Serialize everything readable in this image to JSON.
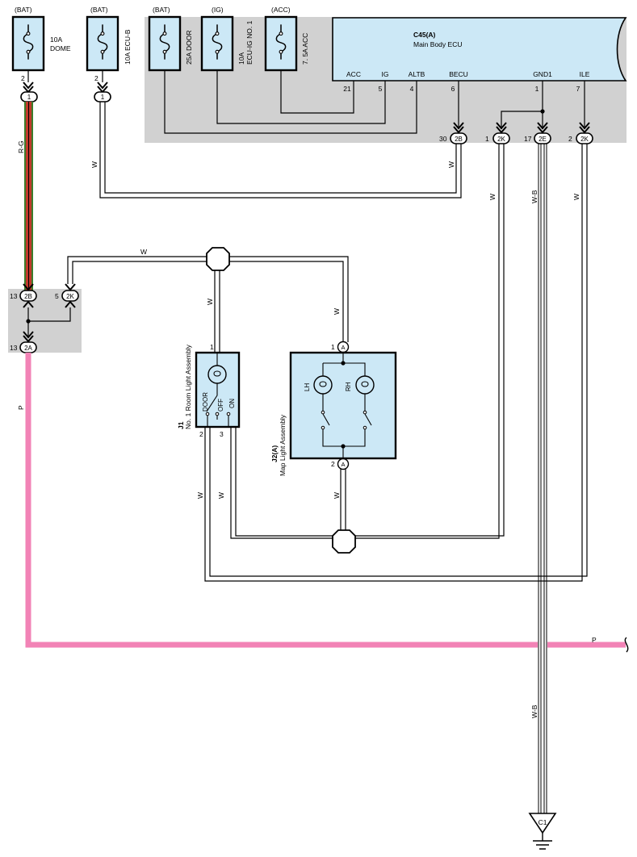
{
  "fuses": {
    "dome": {
      "supply": "(BAT)",
      "label_1": "10A",
      "label_2": "DOME",
      "pin": "2",
      "conn": "1"
    },
    "ecu_b": {
      "supply": "(BAT)",
      "label": "10A ECU-B",
      "pin": "2",
      "conn": "1"
    },
    "door": {
      "supply": "(BAT)",
      "label": "25A DOOR"
    },
    "ecu_ig": {
      "supply": "(IG)",
      "label_1": "10A",
      "label_2": "ECU-IG NO. 1"
    },
    "acc": {
      "supply": "(ACC)",
      "label": "7. 5A ACC"
    }
  },
  "ecu": {
    "code": "C45(A)",
    "name": "Main Body ECU",
    "pins": [
      {
        "name": "ACC",
        "num": "21"
      },
      {
        "name": "IG",
        "num": "5"
      },
      {
        "name": "ALTB",
        "num": "4"
      },
      {
        "name": "BECU",
        "num": "6"
      },
      {
        "name": "GND1",
        "num": "1"
      },
      {
        "name": "ILE",
        "num": "7"
      }
    ]
  },
  "connectors": {
    "ecu_2b": {
      "id": "2B",
      "pin": "30"
    },
    "ecu_2k_1": {
      "id": "2K",
      "pin": "1"
    },
    "ecu_2e": {
      "id": "2E",
      "pin": "17"
    },
    "ecu_2k_2": {
      "id": "2K",
      "pin": "2"
    },
    "left_2b": {
      "id": "2B",
      "pin": "13"
    },
    "left_2k": {
      "id": "2K",
      "pin": "5"
    },
    "left_2a": {
      "id": "2A",
      "pin": "13"
    }
  },
  "wires": {
    "rg": "R-G",
    "w": "W",
    "p": "P",
    "wb": "W-B"
  },
  "room_light": {
    "code": "J1",
    "name": "No. 1 Room Light Assembly",
    "switch_door": "DOOR",
    "switch_off": "OFF",
    "switch_on": "ON",
    "pin_top": "1",
    "pin_2": "2",
    "pin_3": "3"
  },
  "map_light": {
    "code": "J2(A)",
    "name": "Map Light Assembly",
    "lh": "LH",
    "rh": "RH",
    "pin_top": "1",
    "pin_bottom": "2",
    "conn": "A"
  },
  "ground": {
    "label": "C1"
  },
  "colors": {
    "fuse_fill": "#cce8f6",
    "ecu_fill": "#cce8f6",
    "panel_gray": "#d1d1d1",
    "pink": "#f283b6",
    "rg_red": "#c0392b",
    "rg_green": "#3b7d2b"
  }
}
